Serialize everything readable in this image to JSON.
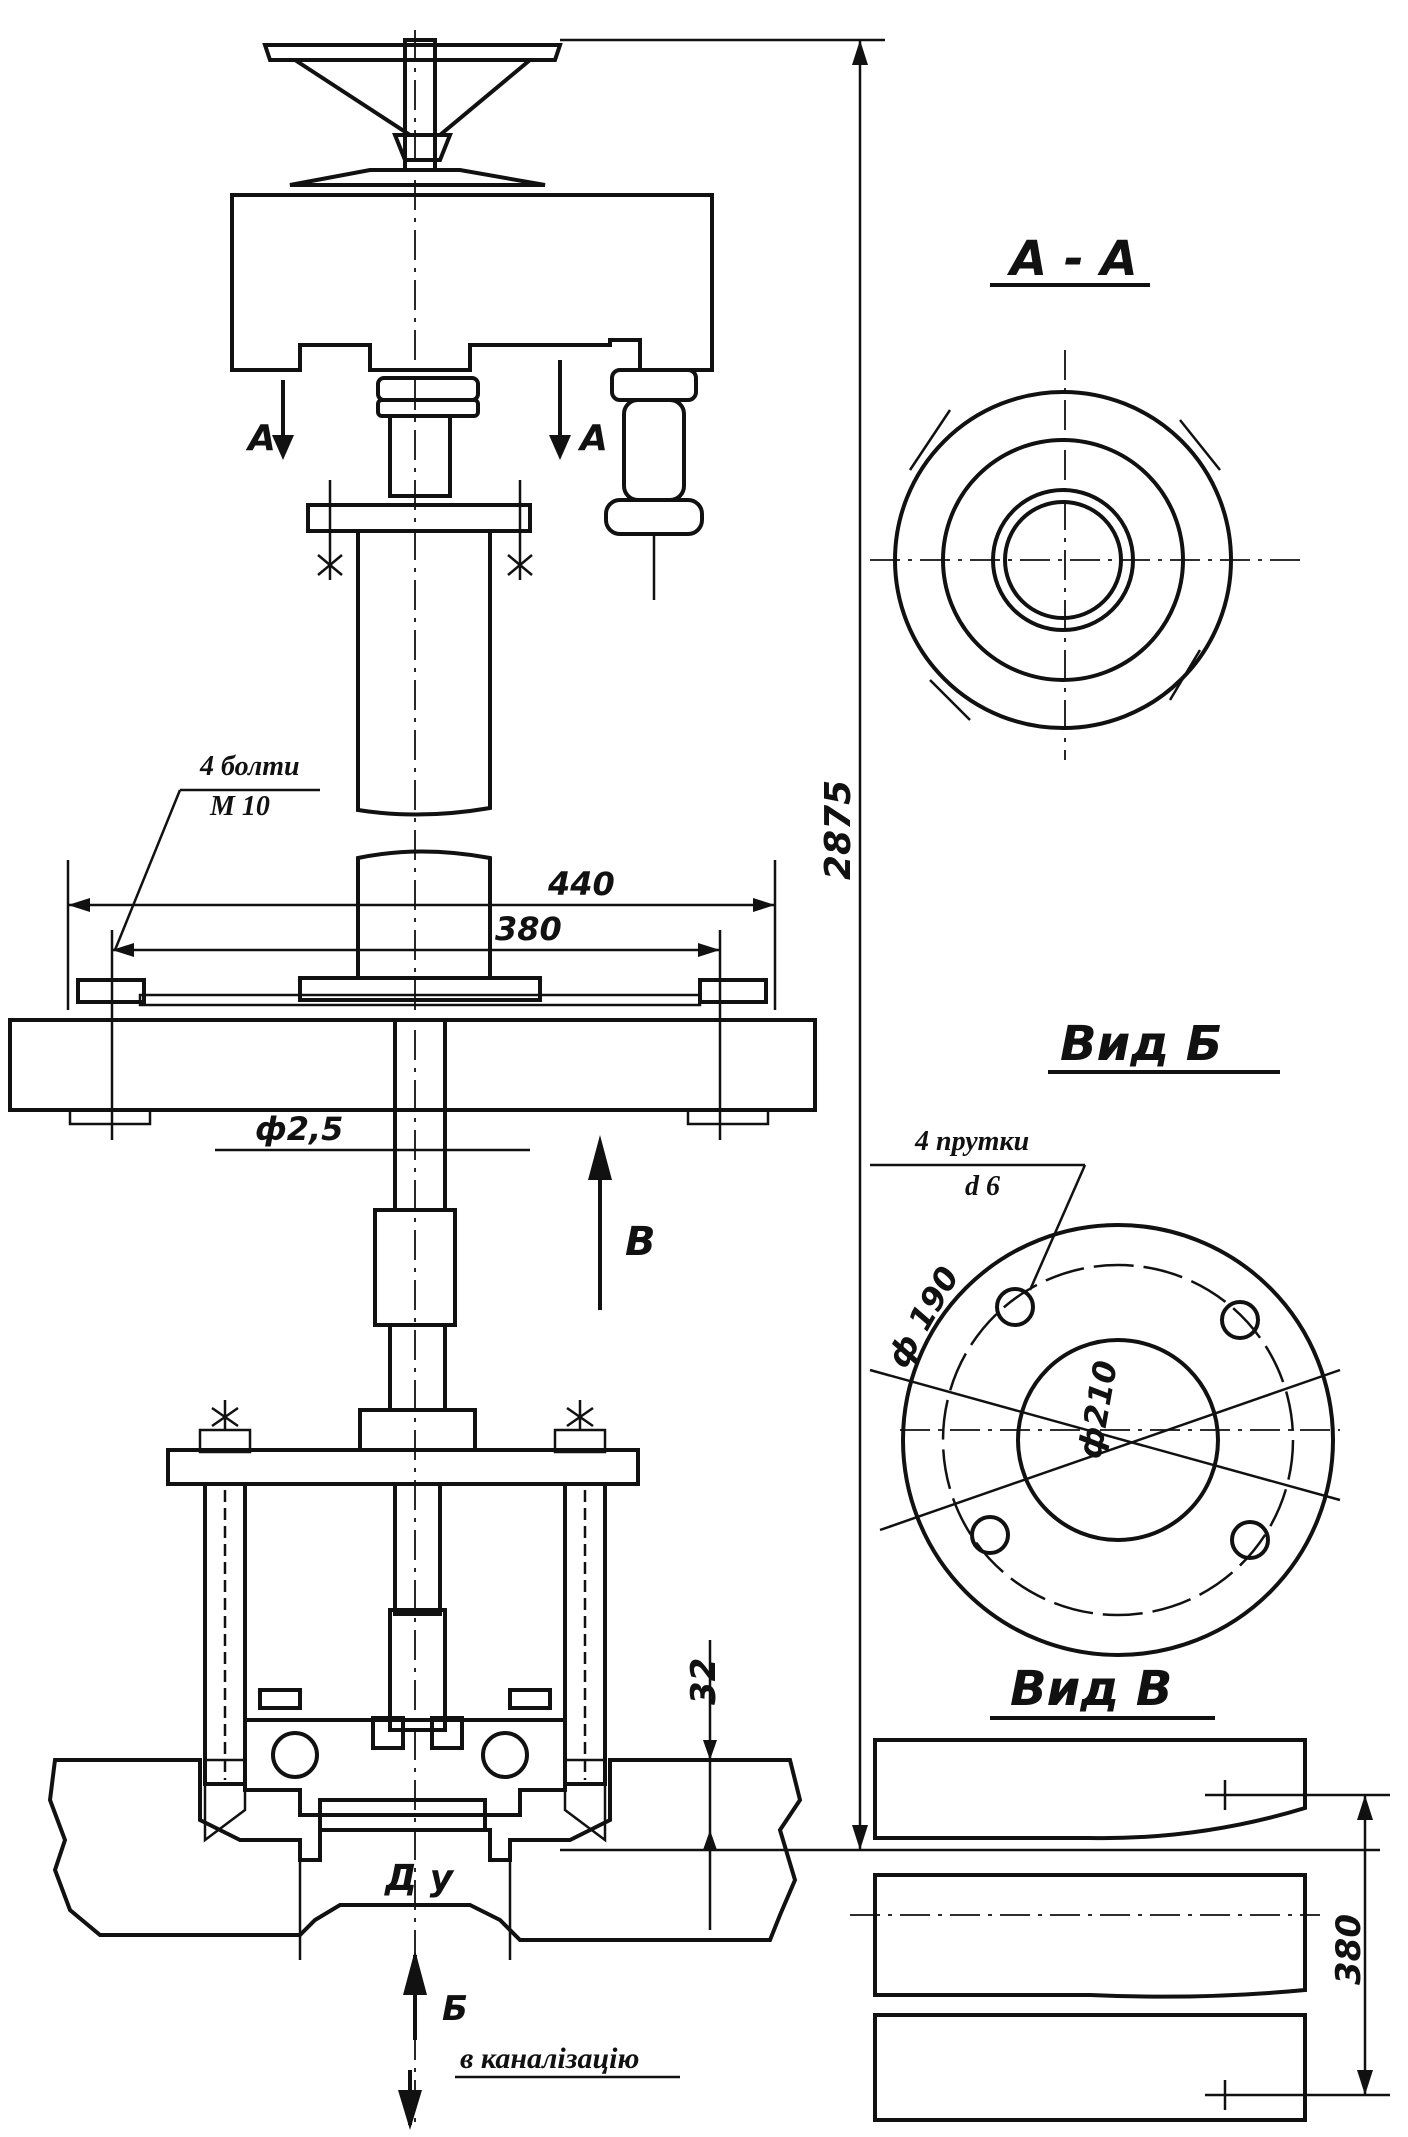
{
  "labels": {
    "section_aa": "A - A",
    "view_b": "Вид Б",
    "view_v": "Вид В",
    "section_arrow_left": "A",
    "section_arrow_right": "A",
    "arrow_v": "В",
    "arrow_b": "Б",
    "sewer": "в каналізацію",
    "bolts_line1": "4 болти",
    "bolts_line2": "М 10",
    "rods_line1": "4 прутки",
    "rods_line2": "d 6",
    "drain": "Д у"
  },
  "dimensions": {
    "overall_height": "2875",
    "plate_width": "440",
    "bolt_spacing": "380",
    "pipe_dia": "ф2,5",
    "depth": "32",
    "rod_circle": "ф 190",
    "center_dia": "ф210",
    "view_v_span": "380"
  }
}
